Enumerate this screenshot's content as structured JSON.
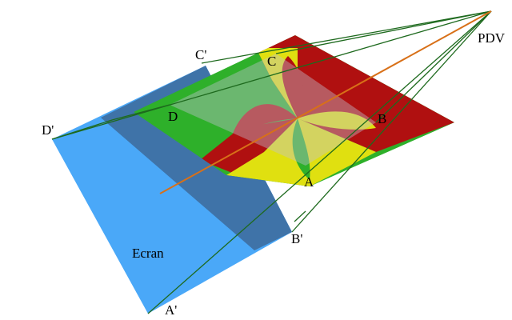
{
  "labels": {
    "pdv": "PDV",
    "a": "A",
    "b": "B",
    "c": "C",
    "d": "D",
    "a_prime": "A'",
    "b_prime": "B'",
    "c_prime": "C'",
    "d_prime": "D'",
    "screen": "Ecran"
  },
  "colors": {
    "screen_light": "#4aa8f8",
    "screen_dark": "#3f73a8",
    "fractal_red": "#b01010",
    "fractal_green": "#2eb02a",
    "fractal_yellow": "#e0e010",
    "projection_region": "#c0c0d0",
    "sight_line_green": "#1e6a1e",
    "sight_line_orange": "#d87018"
  }
}
